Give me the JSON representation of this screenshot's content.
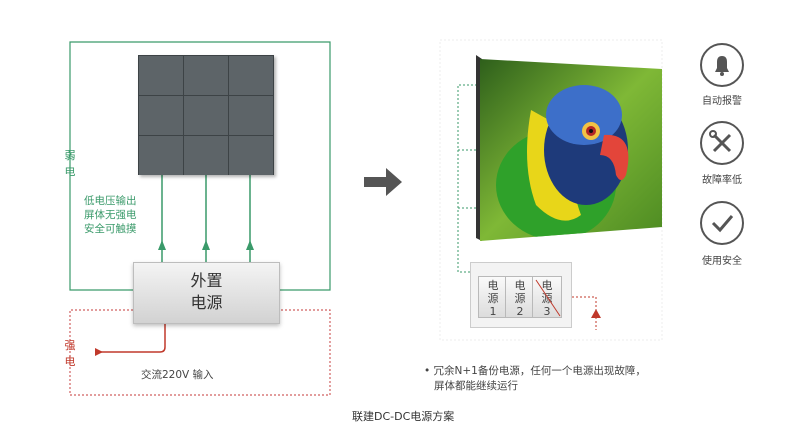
{
  "left": {
    "weak_label": [
      "弱",
      "电"
    ],
    "strong_label": [
      "强",
      "电"
    ],
    "note_lines": [
      "低电压输出",
      "屏体无强电",
      "安全可触摸"
    ],
    "psu_lines": [
      "外置",
      "电源"
    ],
    "input_label": "交流220V 输入"
  },
  "right": {
    "modules": [
      {
        "lines": [
          "电",
          "源",
          "1"
        ]
      },
      {
        "lines": [
          "电",
          "源",
          "2"
        ]
      },
      {
        "lines": [
          "电",
          "源",
          "3"
        ]
      }
    ],
    "description_lines": [
      "• 冗余N+1备份电源，任何一个电源出现故障，",
      "屏体都能继续运行"
    ]
  },
  "features": [
    {
      "label": "自动报警",
      "icon": "alarm-bell-icon"
    },
    {
      "label": "故障率低",
      "icon": "tools-icon"
    },
    {
      "label": "使用安全",
      "icon": "check-icon"
    }
  ],
  "caption": "联建DC-DC电源方案",
  "colors": {
    "green": "#3a9a6a",
    "red": "#c0392b",
    "arrow": "#555555"
  }
}
